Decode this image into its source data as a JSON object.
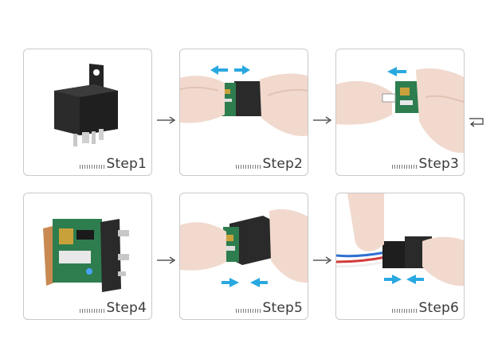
{
  "steps": [
    {
      "id": 1,
      "label": "Step1"
    },
    {
      "id": 2,
      "label": "Step2"
    },
    {
      "id": 3,
      "label": "Step3"
    },
    {
      "id": 4,
      "label": "Step4"
    },
    {
      "id": 5,
      "label": "Step5"
    },
    {
      "id": 6,
      "label": "Step6"
    }
  ],
  "colors": {
    "panel_border": "#c9c9c9",
    "hint_arrow": "#29a8e0",
    "relay_body": "#2b2b2b",
    "pcb_green": "#2e7d4f",
    "skin": "#f1d9cd",
    "flow_arrow": "#3a3a3a"
  }
}
